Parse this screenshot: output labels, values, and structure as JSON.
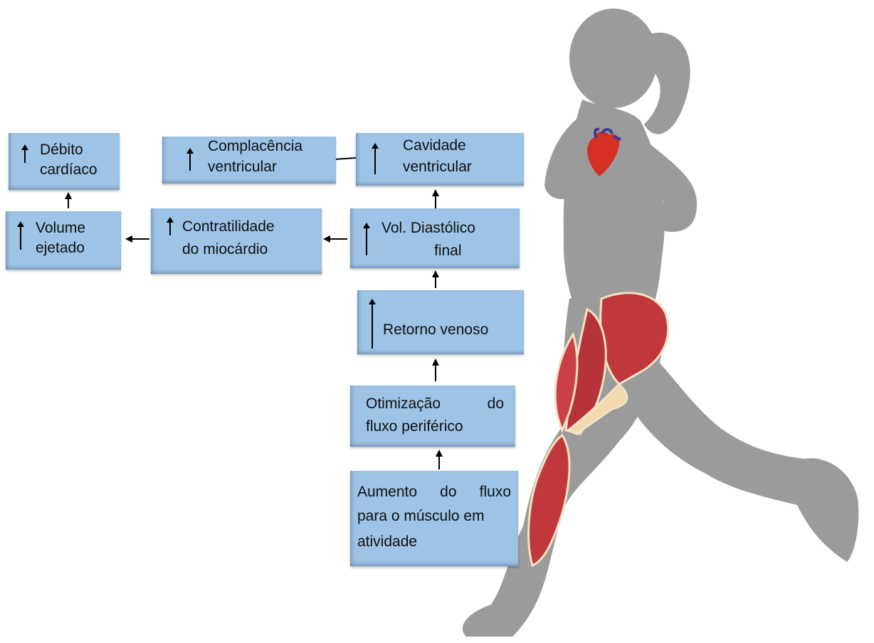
{
  "boxes": {
    "debito": [
      "Débito",
      "cardíaco"
    ],
    "volume": [
      "Volume",
      "ejetado"
    ],
    "complacencia": [
      "Complacência",
      "ventricular"
    ],
    "contratilidade": [
      "Contratilidade",
      "do miocárdio"
    ],
    "cavidade": [
      "Cavidade",
      "ventricular"
    ],
    "diastolico": [
      "Vol. Diastólico",
      "final"
    ],
    "retorno": "Retorno venoso",
    "otimizacao": {
      "word1": "Otimização",
      "word2": "do",
      "line2": "fluxo periférico"
    },
    "aumento": {
      "line1_a": "Aumento",
      "line1_b": "do",
      "line1_c": "fluxo",
      "line2": "para o músculo em",
      "line3": "atividade"
    }
  },
  "colors": {
    "box_fill": "#9dc3e6",
    "silhouette": "#9b9b9b",
    "muscle": "#c0383c",
    "heart": "#d62f24",
    "vessels": "#3b3a9a",
    "arrow": "#000000"
  },
  "icons": {
    "up_marker": "up-arrow-icon",
    "heart": "heart-icon",
    "muscle": "muscle-icon",
    "runner": "runner-silhouette"
  }
}
